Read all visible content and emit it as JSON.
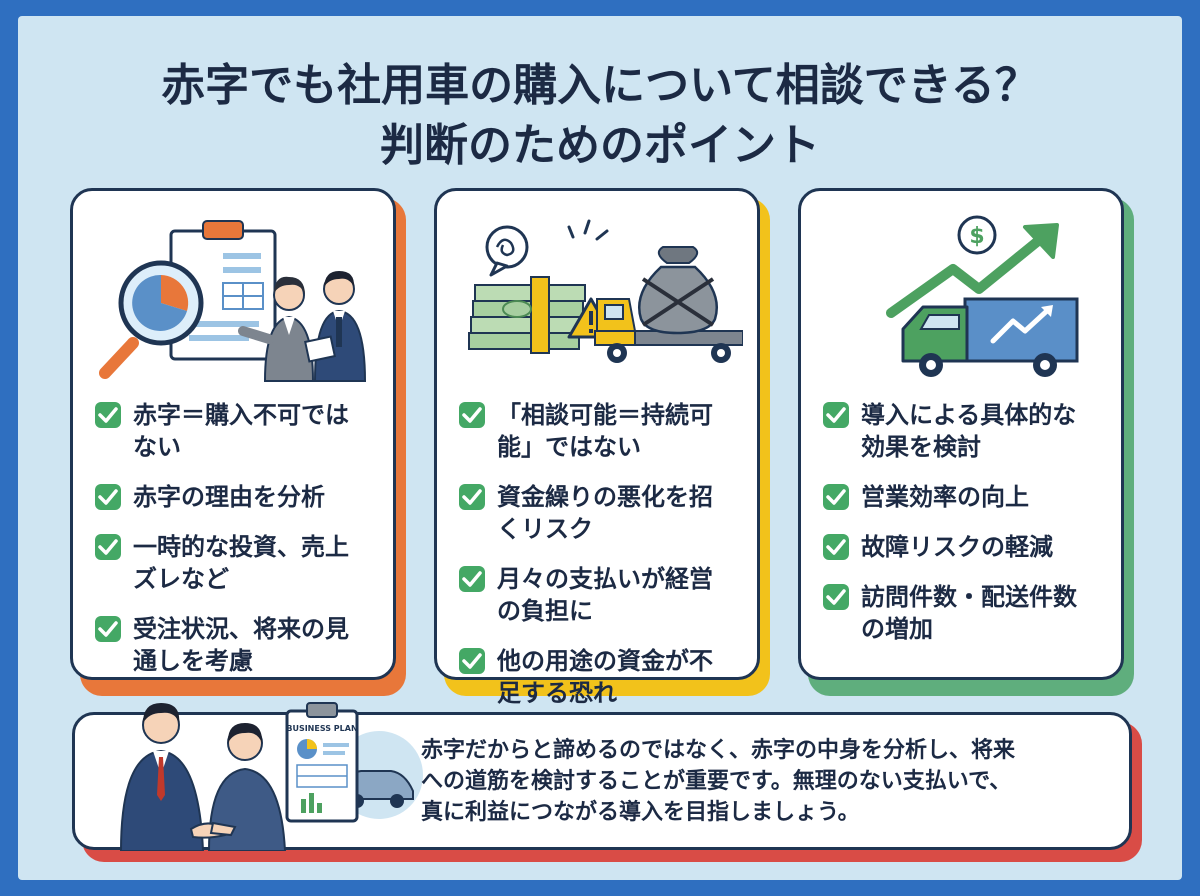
{
  "title": {
    "line1": "赤字でも社用車の購入について相談できる？",
    "line2": "判断のためのポイント"
  },
  "cards": [
    {
      "accent": "#e8773a",
      "items": [
        {
          "l1": "赤字＝購入不可では",
          "l2": "ない"
        },
        {
          "l1": "赤字の理由を分析",
          "l2": ""
        },
        {
          "l1": "一時的な投資、売上",
          "l2": "ズレなど"
        },
        {
          "l1": "受注状況、将来の見",
          "l2": "通しを考慮"
        }
      ]
    },
    {
      "accent": "#f2c21b",
      "items": [
        {
          "l1": "「相談可能＝持続可",
          "l2": "能」ではない"
        },
        {
          "l1": "資金繰りの悪化を招",
          "l2": "くリスク"
        },
        {
          "l1": "月々の支払いが経営",
          "l2": "の負担に"
        },
        {
          "l1": "他の用途の資金が不",
          "l2": "足する恐れ"
        }
      ]
    },
    {
      "accent": "#5fae7d",
      "items": [
        {
          "l1": "導入による具体的な",
          "l2": "効果を検討"
        },
        {
          "l1": "営業効率の向上",
          "l2": ""
        },
        {
          "l1": "故障リスクの軽減",
          "l2": ""
        },
        {
          "l1": "訪問件数・配送件数",
          "l2": "の増加"
        }
      ]
    }
  ],
  "bottom": {
    "plan_label": "BUSINESS PLAN",
    "line1": "赤字だからと諦めるのではなく、赤字の中身を分析し、将来",
    "line2": "への道筋を検討することが重要です。無理のない支払いで、",
    "line3": "真に利益につながる導入を目指しましょう。"
  },
  "icons": {
    "card1": "magnifier-report-people-icon",
    "card2": "money-truck-chained-bag-icon",
    "card3": "truck-growth-arrow-icon",
    "bottom": "handshake-business-plan-icon",
    "check": "check-icon"
  }
}
